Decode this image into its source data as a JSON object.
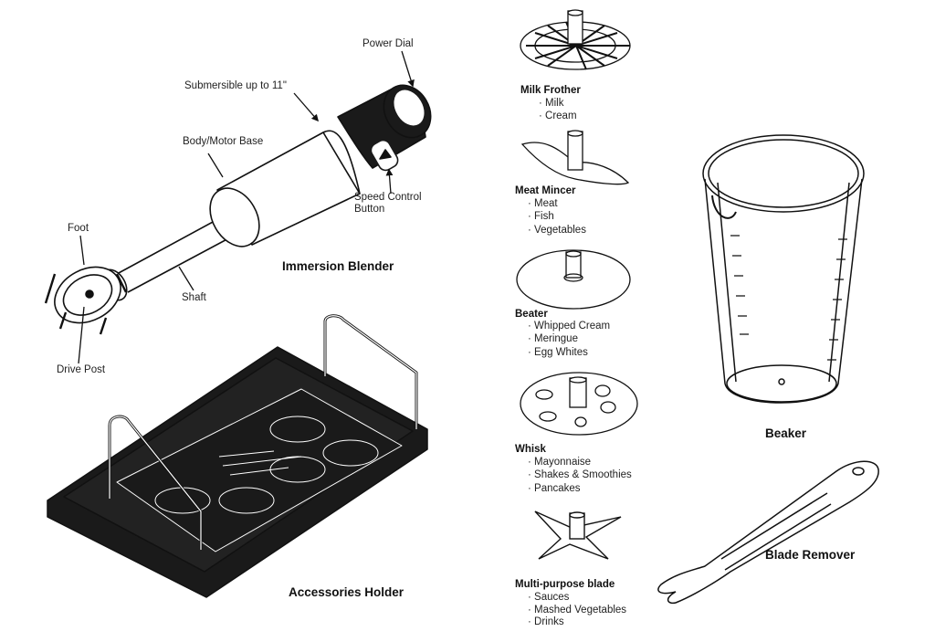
{
  "blender": {
    "title": "Immersion Blender",
    "labels": {
      "power_dial": "Power Dial",
      "submersible": "Submersible up to 11\"",
      "body": "Body/Motor Base",
      "speed": "Speed Control\nButton",
      "foot": "Foot",
      "shaft": "Shaft",
      "drive_post": "Drive Post"
    }
  },
  "accessories_holder": {
    "title": "Accessories Holder"
  },
  "beaker": {
    "title": "Beaker"
  },
  "blade_remover": {
    "title": "Blade Remover"
  },
  "attachments": [
    {
      "name": "Milk Frother",
      "uses": [
        "Milk",
        "Cream"
      ]
    },
    {
      "name": "Meat Mincer",
      "uses": [
        "Meat",
        "Fish",
        "Vegetables"
      ]
    },
    {
      "name": "Beater",
      "uses": [
        "Whipped Cream",
        "Meringue",
        "Egg Whites"
      ]
    },
    {
      "name": "Whisk",
      "uses": [
        "Mayonnaise",
        "Shakes & Smoothies",
        "Pancakes"
      ]
    },
    {
      "name": "Multi-purpose blade",
      "uses": [
        "Sauces",
        "Mashed Vegetables",
        "Drinks"
      ]
    }
  ]
}
